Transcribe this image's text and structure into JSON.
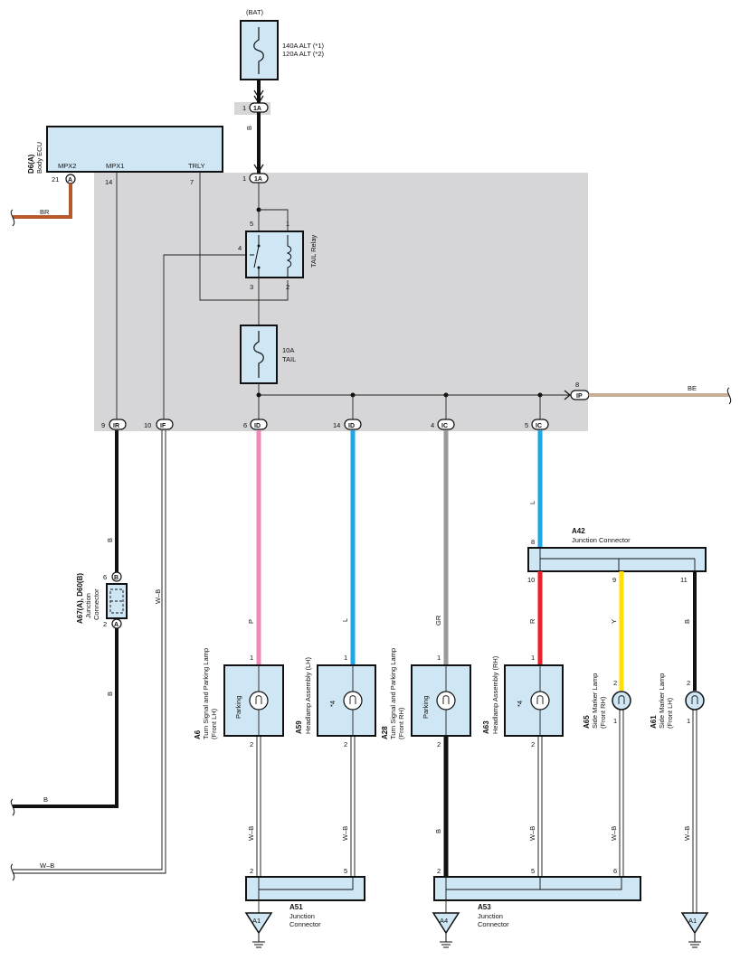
{
  "power": {
    "bat_label": "(BAT)",
    "fuse_alt1": "140A ALT (*1)",
    "fuse_alt2": "120A ALT (*2)"
  },
  "ecu": {
    "code": "D6(A)",
    "name": "Body ECU",
    "pin_mpx2": "MPX2",
    "pin_mpx1": "MPX1",
    "pin_trly": "TRLY",
    "pin_21": "21",
    "pin_14": "14",
    "pin_7": "7",
    "conn_a": "A"
  },
  "relay": {
    "name": "TAIL Relay",
    "pin1": "1",
    "pin2": "2",
    "pin3": "3",
    "pin4": "4",
    "pin5": "5"
  },
  "tail_fuse": {
    "amp": "10A",
    "name": "TAIL"
  },
  "connectors": {
    "c1a_num": "1",
    "c1a": "1A",
    "c1a2_num": "1",
    "c1a2": "1A",
    "ir_num": "9",
    "ir": "IR",
    "if_num": "10",
    "if": "IF",
    "id1_num": "6",
    "id1": "ID",
    "id2_num": "14",
    "id2": "ID",
    "ic1_num": "4",
    "ic1": "IC",
    "ic2_num": "5",
    "ic2": "IC",
    "ip_num": "8",
    "ip": "IP"
  },
  "wires": {
    "br": "BR",
    "be": "BE",
    "b_top": "B",
    "b_left1": "B",
    "b_left2": "B",
    "b_bottom": "B",
    "wb_left": "W–B",
    "wb_bottom": "W–B",
    "p": "P",
    "l1": "L",
    "gr": "GR",
    "l2": "L",
    "r": "R",
    "y": "Y",
    "b_a61": "B",
    "wb_a6": "W–B",
    "wb_a59": "W–B",
    "b_a28": "B",
    "wb_a63": "W–B",
    "wb_a65": "W–B",
    "wb_a61": "W–B"
  },
  "junction_a67": {
    "code": "A67(A), D60(B)",
    "name1": "Junction",
    "name2": "Connector",
    "pin_top": "6",
    "conn_top": "B",
    "pin_bot": "2",
    "conn_bot": "A"
  },
  "junction_a42": {
    "code": "A42",
    "name": "Junction Connector",
    "pin8": "8",
    "pin10": "10",
    "pin9": "9",
    "pin11": "11"
  },
  "lamps": {
    "a6": {
      "code": "A6",
      "name1": "Turn Signal and Parking Lamp",
      "name2": "(Front LH)",
      "inner": "Parking",
      "pin_top": "1",
      "pin_bot": "2"
    },
    "a59": {
      "code": "A59",
      "name1": "Headlamp Assembly (LH)",
      "inner": "*4",
      "pin_top": "1",
      "pin_bot": "2"
    },
    "a28": {
      "code": "A28",
      "name1": "Turn Signal and Parking Lamp",
      "name2": "(Front RH)",
      "inner": "Parking",
      "pin_top": "1",
      "pin_bot": "2"
    },
    "a63": {
      "code": "A63",
      "name1": "Headlamp Assembly (RH)",
      "inner": "*4",
      "pin_top": "1",
      "pin_bot": "2"
    },
    "a65": {
      "code": "A65",
      "name1": "Side Marker Lamp",
      "name2": "(Front RH)",
      "pin_top": "2",
      "pin_bot": "1"
    },
    "a61": {
      "code": "A61",
      "name1": "Side Marker Lamp",
      "name2": "(Front LH)",
      "pin_top": "2",
      "pin_bot": "1"
    }
  },
  "junction_a51": {
    "code": "A51",
    "name1": "Junction",
    "name2": "Connector",
    "pin2": "2",
    "pin5": "5"
  },
  "junction_a53": {
    "code": "A53",
    "name1": "Junction",
    "name2": "Connector",
    "pin2": "2",
    "pin5": "5"
  },
  "grounds": {
    "g1": "A1",
    "g2": "A4",
    "g3": "A1"
  },
  "colors": {
    "shade": "#d6d6d8",
    "box_fill": "#cfe7f5",
    "br": "#b5582a",
    "be": "#c8ad96",
    "p": "#f088b8",
    "l": "#1ea6e6",
    "gr": "#9a9a9a",
    "r": "#e8202a",
    "y": "#ffe000",
    "b": "#111111"
  }
}
